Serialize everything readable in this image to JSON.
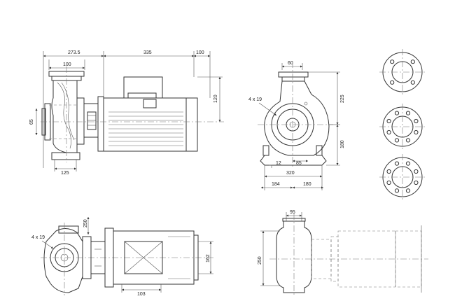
{
  "drawing": {
    "view_side": {
      "dims": {
        "overall_left": "273.5",
        "motor_len": "335",
        "motor_end": "100",
        "flange_top": "100",
        "height_right": "120",
        "inlet": "65",
        "foot_width": "125"
      }
    },
    "view_front": {
      "dims": {
        "outlet_top": "60",
        "height_225": "225",
        "holes": "4 x 19",
        "height_180": "180",
        "d12": "12",
        "d85": "85",
        "d320": "320",
        "d184": "184",
        "d180b": "180"
      }
    },
    "view_top": {
      "dims": {
        "holes": "4 x 19",
        "d250": "250",
        "d162": "162",
        "d103": "103"
      }
    },
    "view_bottom_right": {
      "dims": {
        "d95": "95",
        "d250": "250"
      }
    },
    "flanges": [
      {
        "bolt_holes": 4
      },
      {
        "bolt_holes": 8
      },
      {
        "bolt_holes": 8
      }
    ]
  }
}
